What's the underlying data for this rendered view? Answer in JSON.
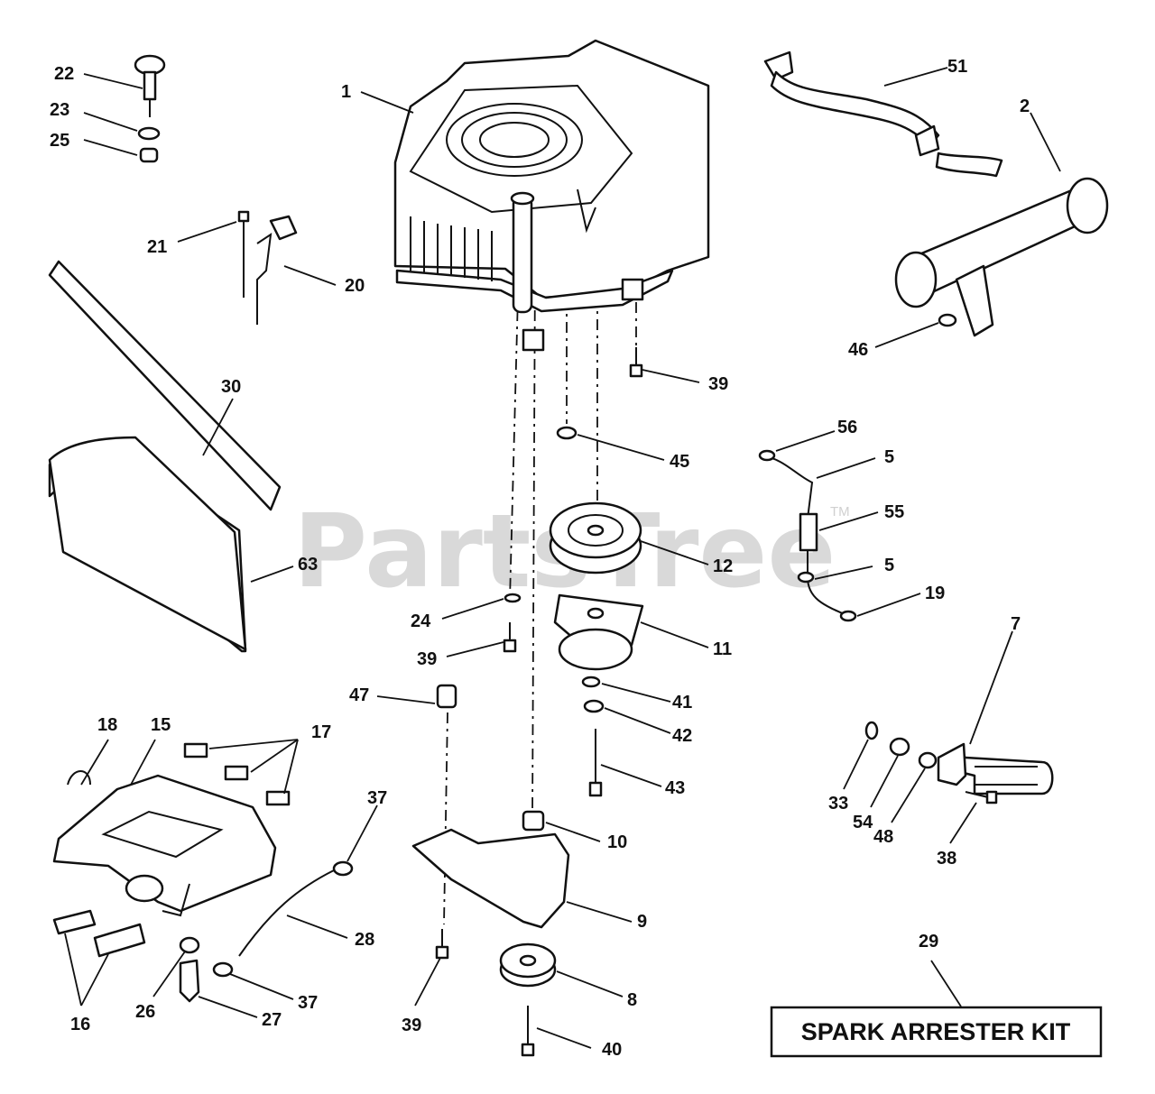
{
  "watermark": "PartsTree",
  "trademark": "TM",
  "kit_label": "SPARK ARRESTER KIT",
  "callouts": {
    "c1": "1",
    "c2": "2",
    "c5a": "5",
    "c5b": "5",
    "c7": "7",
    "c8": "8",
    "c9": "9",
    "c10": "10",
    "c11": "11",
    "c12": "12",
    "c15": "15",
    "c16": "16",
    "c17": "17",
    "c18": "18",
    "c19": "19",
    "c20": "20",
    "c21": "21",
    "c22": "22",
    "c23": "23",
    "c24": "24",
    "c25": "25",
    "c26": "26",
    "c27": "27",
    "c28": "28",
    "c29": "29",
    "c30": "30",
    "c33": "33",
    "c37a": "37",
    "c37b": "37",
    "c38": "38",
    "c39a": "39",
    "c39b": "39",
    "c39c": "39",
    "c40": "40",
    "c41": "41",
    "c42": "42",
    "c43": "43",
    "c45": "45",
    "c46": "46",
    "c47": "47",
    "c48": "48",
    "c51": "51",
    "c54": "54",
    "c55": "55",
    "c56": "56",
    "c63": "63"
  }
}
